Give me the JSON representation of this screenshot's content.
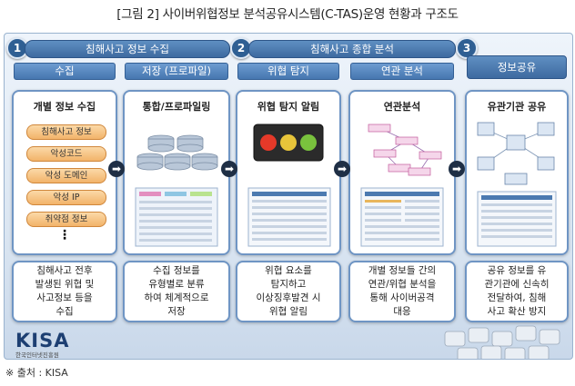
{
  "title": "[그림 2] 사이버위협정보 분석공유시스템(C-TAS)운영 현황과 구조도",
  "stages": [
    {
      "num": "1",
      "band": "침해사고 정보 수집"
    },
    {
      "num": "2",
      "band": "침해사고 종합 분석"
    },
    {
      "num": "3",
      "band": "정보공유"
    }
  ],
  "columns": [
    {
      "header": "수집",
      "title": "개별 정보 수집",
      "desc": [
        "침해사고 전후",
        "발생된 위협 및",
        "사고정보 등을",
        "수집"
      ]
    },
    {
      "header": "저장 (프로파일)",
      "title": "통합/프로파일링",
      "desc": [
        "수집 정보를",
        "유형별로 분류",
        "하여 체계적으로",
        "저장"
      ]
    },
    {
      "header": "위협 탐지",
      "title": "위협 탐지 알림",
      "desc": [
        "위협 요소를",
        "탐지하고",
        "이상징후발견 시",
        "위협 알림"
      ]
    },
    {
      "header": "연관 분석",
      "title": "연관분석",
      "desc": [
        "개별 정보들 간의",
        "연관/위협 분석을",
        "통해 사이버공격",
        "대응"
      ]
    },
    {
      "header": "정보공유",
      "title": "유관기관 공유",
      "desc": [
        "공유 정보를 유",
        "관기관에 신속히",
        "전달하여, 침해",
        "사고 확산 방지"
      ]
    }
  ],
  "collect_items": [
    "침해사고 정보",
    "악성코드",
    "악성 도메인",
    "악성 IP",
    "취약점 정보"
  ],
  "ellipsis": "⋮",
  "logo": {
    "name": "KISA",
    "sub": "한국인터넷진흥원"
  },
  "source": "※ 출처 : KISA"
}
